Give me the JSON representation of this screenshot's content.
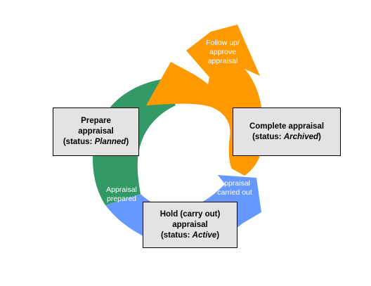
{
  "colors": {
    "green": "#339966",
    "orange": "#ff9900",
    "blue": "#6699ff",
    "box_fill": "#e3e3e3",
    "box_border": "#000000"
  },
  "arrows": {
    "follow_up": [
      "Follow up/",
      "approve",
      "appraisal"
    ],
    "prepared": [
      "Appraisal",
      "prepared"
    ],
    "carried_out": [
      "Appraisal",
      "carried out"
    ]
  },
  "stages": {
    "prepare": {
      "line1": "Prepare",
      "line2": "appraisal",
      "status_prefix": "(status: ",
      "status": "Planned",
      "status_suffix": ")"
    },
    "complete": {
      "line1": "Complete appraisal",
      "status_prefix": "(status: ",
      "status": "Archived",
      "status_suffix": ")"
    },
    "hold": {
      "line1": "Hold (carry out)",
      "line2": "appraisal",
      "status_prefix": "(status: ",
      "status": "Active",
      "status_suffix": ")"
    }
  }
}
